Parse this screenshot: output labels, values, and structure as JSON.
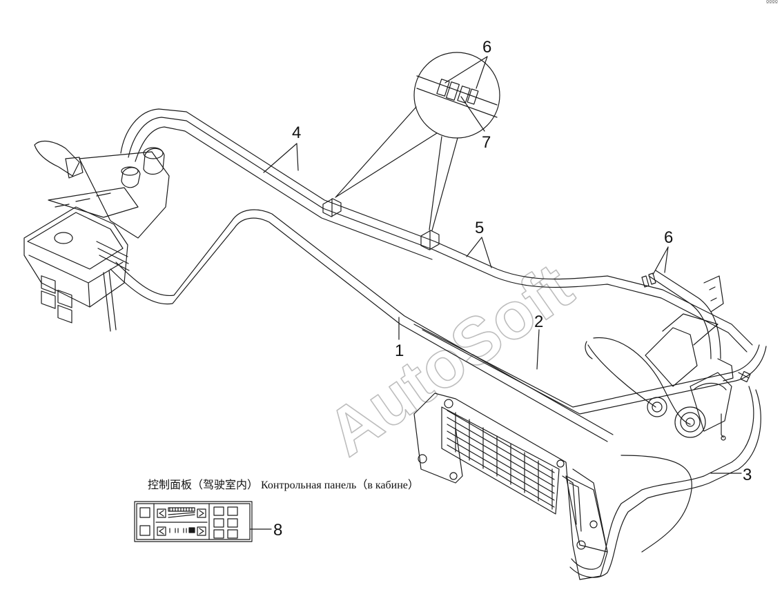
{
  "watermark": "AutoSoft",
  "corner_mark": "ºººº",
  "control_panel_caption": "控制面板（驾驶室内） Контрольная панель（в кабине）",
  "callouts": {
    "c1": "1",
    "c2": "2",
    "c3": "3",
    "c4": "4",
    "c5": "5",
    "c6_top": "6",
    "c6_right": "6",
    "c7": "7",
    "c8": "8"
  },
  "colors": {
    "line": "#1a1a1a",
    "watermark": "#bdbdbd",
    "background": "#ffffff"
  }
}
